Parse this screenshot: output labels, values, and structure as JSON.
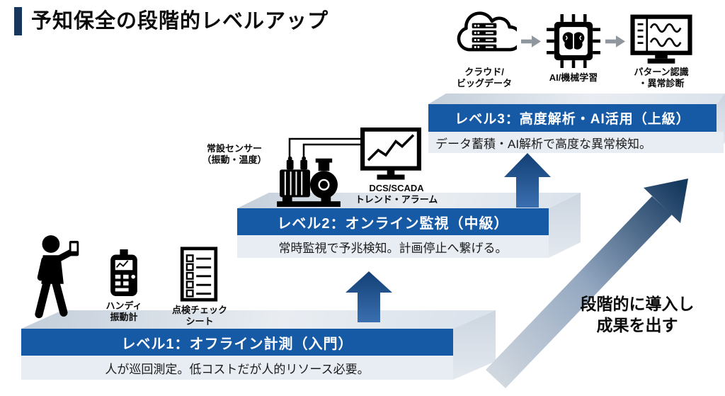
{
  "title": "予知保全の段階的レベルアップ",
  "colors": {
    "header_blue": "#1659a4",
    "navy": "#17365c",
    "desc_bg": "#e8edf4",
    "face_light": "#e9edf2",
    "face_dark": "#c3ceda",
    "up_arrow_blue": "#1d4f91",
    "flow_arrow_gray": "#8f969e"
  },
  "top_flow": {
    "items": [
      {
        "name": "cloud-bigdata",
        "line1": "クラウド/",
        "line2": "ビッグデータ"
      },
      {
        "name": "ai-ml",
        "line1": "AI/機械学習"
      },
      {
        "name": "pattern-recognition",
        "line1": "パターン認識",
        "line2": "・異常診断"
      }
    ]
  },
  "levels": {
    "level1": {
      "header": "レベル1：オフライン計測（入門）",
      "desc": "人が巡回測定。低コストだが人的リソース必要。"
    },
    "level2": {
      "header": "レベル2：オンライン監視（中級）",
      "desc": "常時監視で予兆検知。計画停止へ繋げる。"
    },
    "level3": {
      "header": "レベル3：高度解析・AI活用（上級）",
      "desc": "データ蓄積・AI解析で高度な異常検知。"
    }
  },
  "annotations": {
    "sensor_line1": "常設センサー",
    "sensor_line2": "（振動・温度）",
    "dcs_line1": "DCS/SCADA",
    "dcs_line2": "トレンド・アラーム",
    "handy_line1": "ハンディ",
    "handy_line2": "振動計",
    "checksheet_line1": "点検チェック",
    "checksheet_line2": "シート",
    "big_arrow_line1": "段階的に導入し",
    "big_arrow_line2": "成果を出す"
  },
  "icons": [
    "cloud-bigdata-icon",
    "flow-arrow-icon",
    "ai-chip-icon",
    "pattern-monitor-icon",
    "pump-sensors-icon",
    "sensor-wires-icon",
    "dcs-monitor-icon",
    "worker-icon",
    "handy-meter-icon",
    "checksheet-icon",
    "up-arrow-icon",
    "growth-arrow-icon"
  ]
}
